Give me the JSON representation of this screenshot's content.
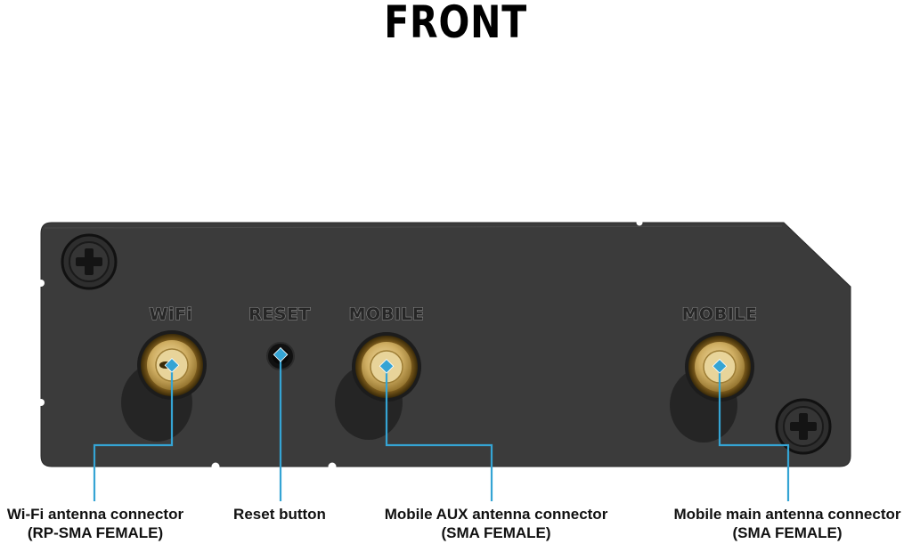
{
  "title": "FRONT",
  "panel": {
    "labels": {
      "wifi": "WiFi",
      "reset": "RESET",
      "mobile_aux": "MOBILE",
      "mobile_main": "MOBILE"
    }
  },
  "callouts": [
    {
      "name": "Wi-Fi antenna connector",
      "spec": "(RP-SMA FEMALE)"
    },
    {
      "name": "Reset button",
      "spec": ""
    },
    {
      "name": "Mobile AUX antenna connector",
      "spec": "(SMA FEMALE)"
    },
    {
      "name": "Mobile main antenna connector",
      "spec": "(SMA FEMALE)"
    }
  ],
  "colors": {
    "housing": "#3c3c3c",
    "leader": "#35a4d4",
    "connector": "#cfae62"
  }
}
